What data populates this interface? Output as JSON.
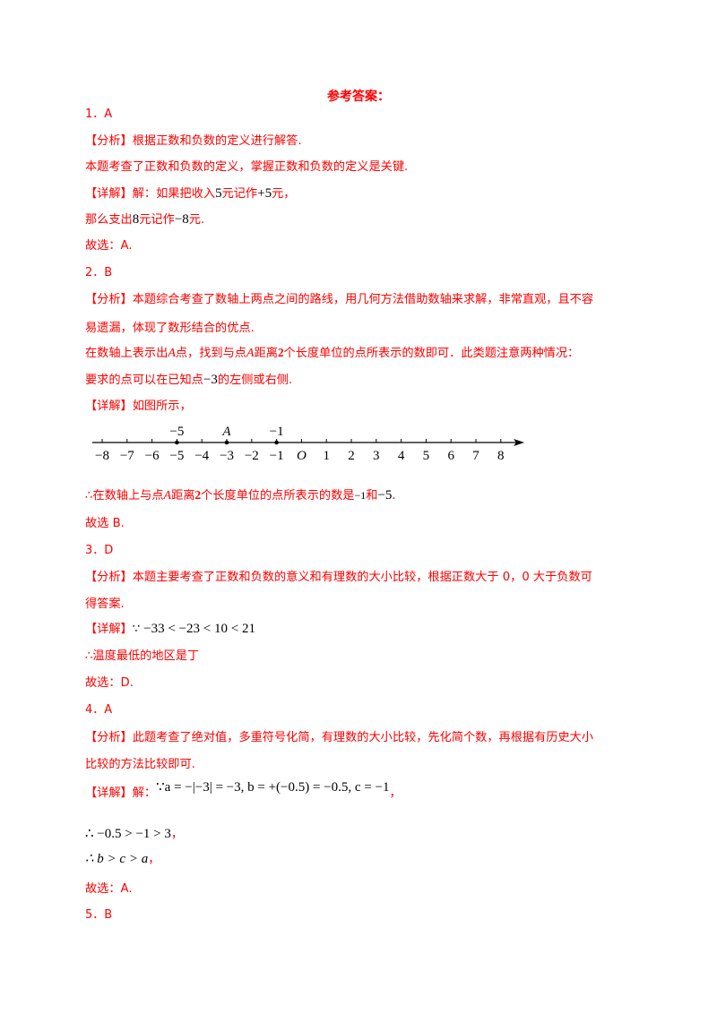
{
  "title": "参考答案：",
  "q1": {
    "number": "1．A",
    "analysis_tag": "【分析】",
    "analysis_text": "根据正数和负数的定义进行解答.",
    "summary": "本题考查了正数和负数的定义，掌握正数和负数的定义是关键.",
    "detail_tag": "【详解】",
    "detail_line1": [
      "解：如果把收入",
      "5",
      "元记作",
      "+5",
      "元，"
    ],
    "detail_line2": [
      "那么支出",
      "8",
      "元记作",
      "−8",
      "元."
    ],
    "answer": "故选：A."
  },
  "q2": {
    "number": "2．B",
    "analysis_tag": "【分析】",
    "analysis_line1": "本题综合考查了数轴上两点之间的路线，用几何方法借助数轴来求解，非常直观，且不容",
    "analysis_line2": "易遗漏，体现了数形结合的优点.",
    "analysis_line3": [
      "在数轴上表示出",
      "A",
      "点，找到与点",
      "A",
      "距离",
      "2",
      "个长度单位的点所表示的数即可．此类题注意两种情况："
    ],
    "analysis_line4": [
      "要求的点可以在已知点",
      "−3",
      "的左侧或右侧."
    ],
    "detail_tag": "【详解】",
    "detail_text": "如图所示，",
    "number_line": {
      "ticks": [
        "−8",
        "−7",
        "−6",
        "−5",
        "−4",
        "−3",
        "−2",
        "−1",
        "O",
        "1",
        "2",
        "3",
        "4",
        "5",
        "6",
        "7",
        "8"
      ],
      "points": [
        {
          "label": "−5",
          "value": -5
        },
        {
          "label": "A",
          "value": -3
        },
        {
          "label": "−1",
          "value": -1
        }
      ]
    },
    "conclusion": [
      "∴在数轴上与点",
      "A",
      "距离",
      "2",
      "个长度单位的点所表示的数是",
      "−1",
      "和",
      "−5",
      "."
    ],
    "answer": "故选 B."
  },
  "q3": {
    "number": "3．D",
    "analysis_tag": "【分析】",
    "analysis_line1": "本题主要考查了正数和负数的意义和有理数的大小比较，根据正数大于 0，0 大于负数可",
    "analysis_line2": "得答案.",
    "detail_tag": "【详解】",
    "detail_because": "∵",
    "detail_math": "−33 < −23 < 10 < 21",
    "conclusion": "∴温度最低的地区是丁",
    "answer": "故选：D."
  },
  "q4": {
    "number": "4．A",
    "analysis_tag": "【分析】",
    "analysis_line1": "此题考查了绝对值，多重符号化简，有理数的大小比较，先化简个数，再根据有历史大小",
    "analysis_line2": "比较的方法比较即可.",
    "detail_tag": "【详解】",
    "detail_prefix": "解：",
    "detail_math": "∵a = −|−3| = −3, b = +(−0.5) = −0.5, c = −1",
    "detail_suffix": "，",
    "step1": "∴ −0.5 > −1 > 3",
    "step2": "∴ b > c > a",
    "step_suffix": "，",
    "answer": "故选：A."
  },
  "q5": {
    "number": "5．B"
  }
}
